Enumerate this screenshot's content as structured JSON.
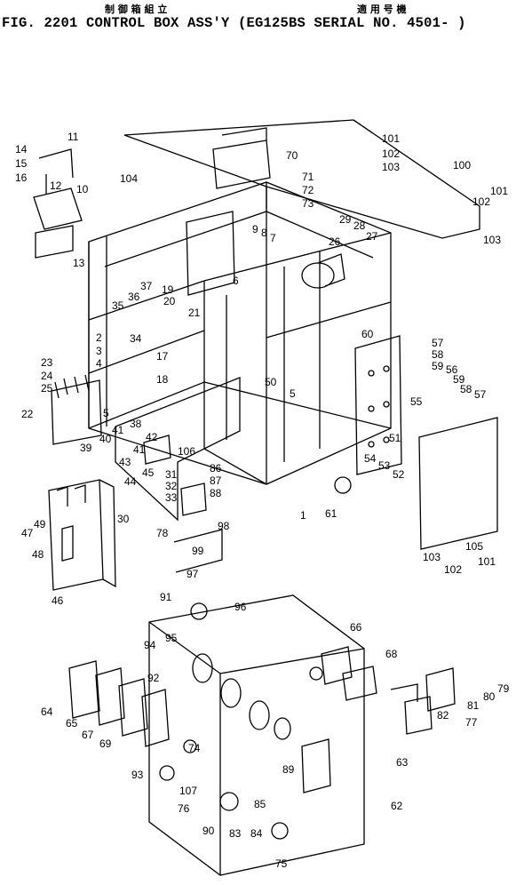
{
  "header": {
    "jp_title": "制 御 箱 組 立",
    "jp_serial": "適 用 号 機",
    "figure_line": "FIG. 2201  CONTROL BOX ASS'Y (EG125BS SERIAL NO. 4501- )"
  },
  "callouts": [
    "1",
    "2",
    "3",
    "4",
    "5",
    "6",
    "7",
    "8",
    "9",
    "10",
    "11",
    "12",
    "13",
    "14",
    "15",
    "16",
    "17",
    "18",
    "19",
    "20",
    "21",
    "22",
    "23",
    "24",
    "25",
    "26",
    "27",
    "28",
    "29",
    "30",
    "31",
    "32",
    "33",
    "34",
    "35",
    "36",
    "37",
    "38",
    "39",
    "40",
    "41",
    "42",
    "43",
    "44",
    "45",
    "46",
    "47",
    "48",
    "49",
    "50",
    "51",
    "52",
    "53",
    "54",
    "55",
    "56",
    "57",
    "58",
    "59",
    "60",
    "61",
    "62",
    "63",
    "64",
    "65",
    "66",
    "67",
    "68",
    "69",
    "70",
    "71",
    "72",
    "73",
    "74",
    "75",
    "76",
    "77",
    "78",
    "79",
    "80",
    "81",
    "82",
    "83",
    "84",
    "85",
    "86",
    "87",
    "88",
    "89",
    "90",
    "91",
    "92",
    "93",
    "94",
    "95",
    "96",
    "97",
    "98",
    "99",
    "100",
    "101",
    "102",
    "103",
    "104",
    "105",
    "106",
    "107"
  ]
}
